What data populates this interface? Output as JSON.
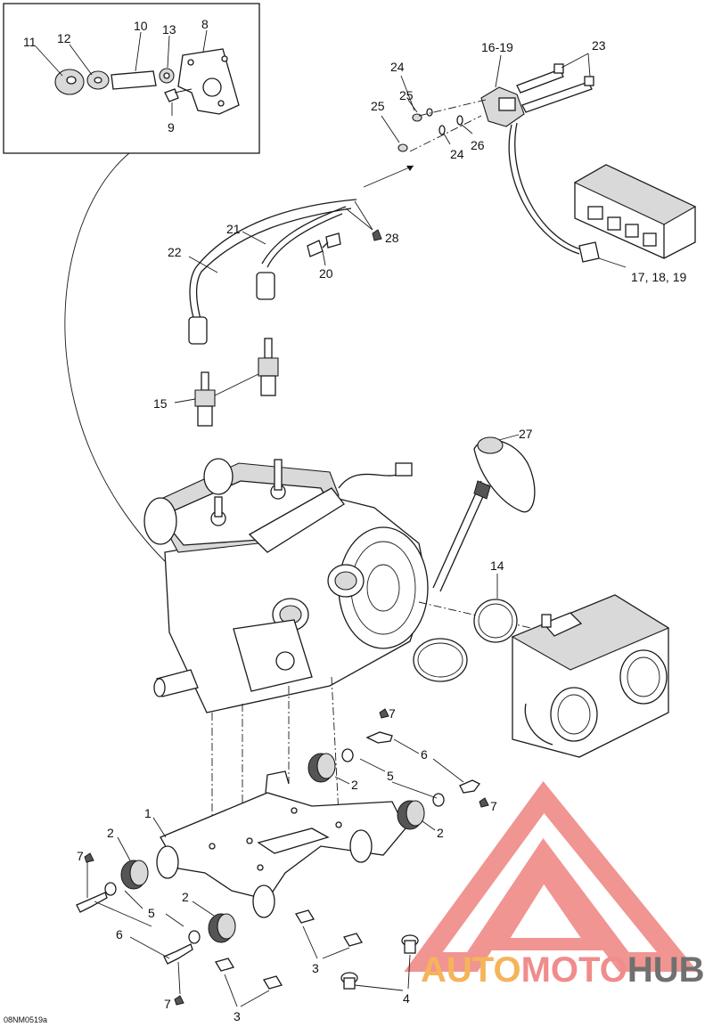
{
  "diagram_code": "08NM0519a",
  "watermark": {
    "part1": "AUTO",
    "part2": "MOTO",
    "part3": "HUB",
    "color1": "#f5b45a",
    "color2": "#f08c8c",
    "color3": "#707070",
    "logo_color": "#ef8a86"
  },
  "callouts": {
    "c1": "1",
    "c2": "2",
    "c3": "3",
    "c4": "4",
    "c5": "5",
    "c6": "6",
    "c7": "7",
    "c8": "8",
    "c9": "9",
    "c10": "10",
    "c11": "11",
    "c12": "12",
    "c13": "13",
    "c14": "14",
    "c15": "15",
    "c16_19": "16-19",
    "c17_18_19": "17, 18, 19",
    "c20": "20",
    "c21": "21",
    "c22": "22",
    "c23": "23",
    "c24": "24",
    "c25": "25",
    "c26": "26",
    "c27": "27",
    "c28": "28"
  }
}
